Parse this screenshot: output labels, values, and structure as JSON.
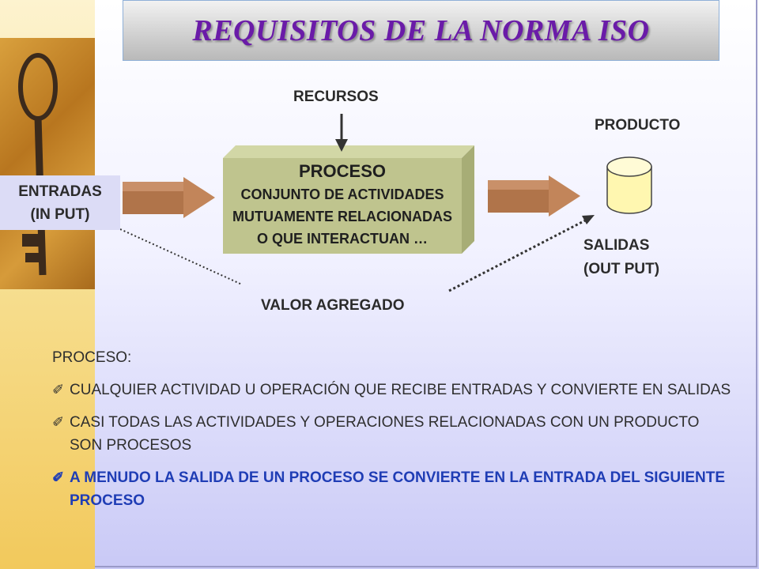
{
  "title": "REQUISITOS DE LA NORMA ISO",
  "diagram": {
    "recursos": "RECURSOS",
    "producto": "PRODUCTO",
    "entradas_line1": "ENTRADAS",
    "entradas_line2": "(IN PUT)",
    "proceso_title": "PROCESO",
    "proceso_line1": "CONJUNTO DE ACTIVIDADES",
    "proceso_line2": "MUTUAMENTE RELACIONADAS",
    "proceso_line3": "O QUE INTERACTUAN …",
    "salidas_line1": "SALIDAS",
    "salidas_line2": "(OUT PUT)",
    "valor_agregado": "VALOR AGREGADO"
  },
  "body": {
    "heading": "PROCESO:",
    "bullet_icon": "pencil-icon",
    "bullets": [
      "CUALQUIER ACTIVIDAD U OPERACIÓN QUE RECIBE ENTRADAS Y CONVIERTE EN SALIDAS",
      "CASI TODAS LAS ACTIVIDADES Y OPERACIONES RELACIONADAS CON UN PRODUCTO SON PROCESOS",
      "A MENUDO LA SALIDA DE UN PROCESO SE CONVIERTE EN LA ENTRADA DEL SIGUIENTE PROCESO"
    ]
  },
  "colors": {
    "title": "#6a1ba8",
    "process_box": "#bfc48e",
    "arrow": "#b0744a",
    "highlight_text": "#1f3db5"
  }
}
